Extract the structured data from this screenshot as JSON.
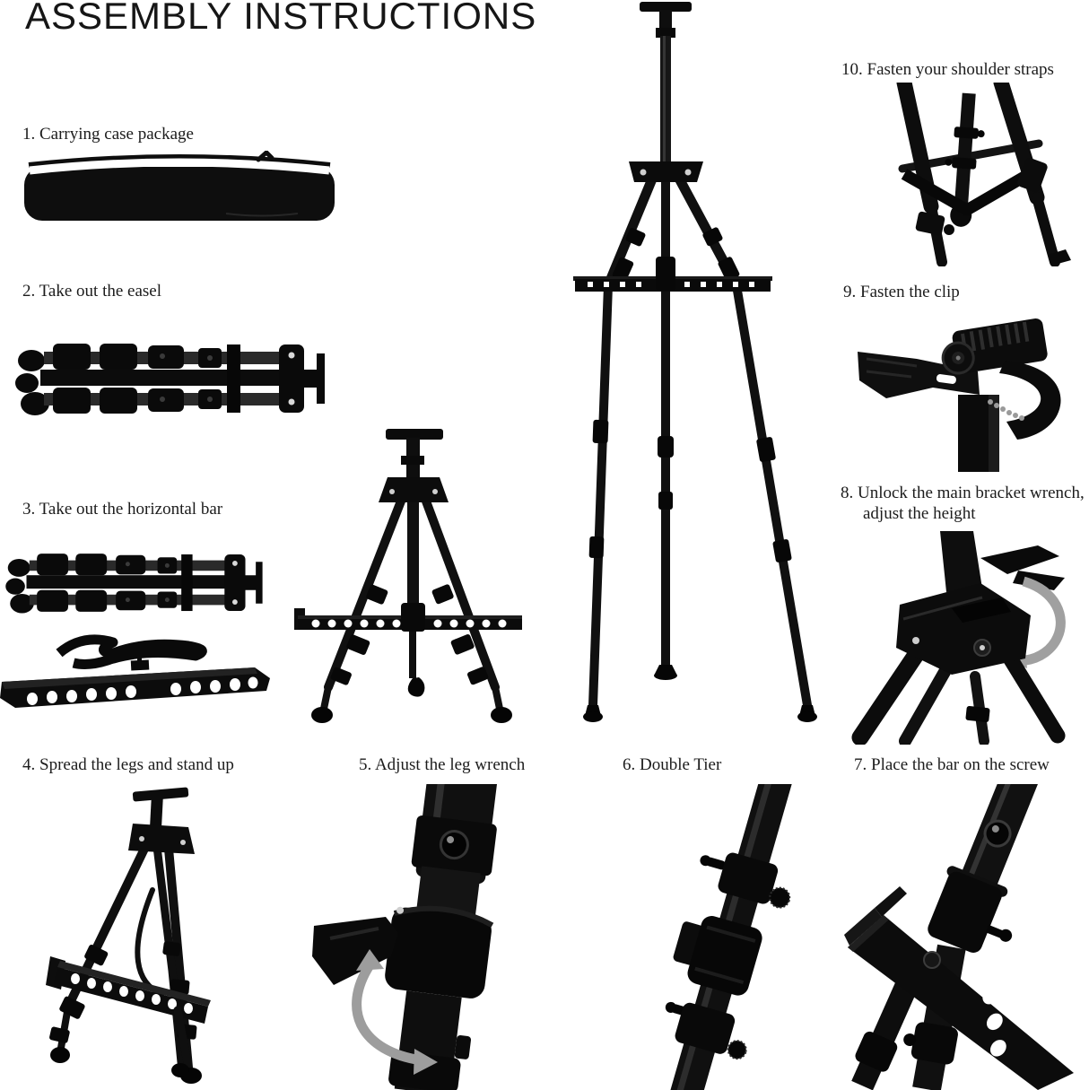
{
  "title": "ASSEMBLY INSTRUCTIONS",
  "steps": [
    {
      "label": "1. Carrying case package"
    },
    {
      "label": "2. Take out the easel"
    },
    {
      "label": "3. Take out the horizontal bar"
    },
    {
      "label": "4. Spread the legs and stand up"
    },
    {
      "label": "5. Adjust the leg wrench"
    },
    {
      "label": "6. Double Tier"
    },
    {
      "label": "7. Place the bar on the screw"
    },
    {
      "label_line1": "8. Unlock the main bracket wrench,",
      "label_line2": "adjust the height"
    },
    {
      "label": "9. Fasten the clip"
    },
    {
      "label": "10. Fasten your shoulder straps"
    }
  ],
  "illustrations": {
    "carrying_case": "black carrying case bag with white shoulder strap",
    "folded_easel": "folded aluminum easel bundle",
    "folded_easel_with_bar": "folded easel, strap and horizontal bar with holes",
    "standing_easel": "easel standing with legs spread",
    "leg_wrench_closeup": "leg wrench clamp with rotation arrow",
    "double_tier_closeup": "telescopic pole with two tier collars",
    "bar_on_screw_closeup": "horizontal bar placed on leg screw",
    "bracket_wrench_closeup": "main bracket wrench with rotation arrow",
    "clip_closeup": "canvas clip mechanism",
    "shoulder_straps_closeup": "tripod base with shoulder strap",
    "full_easel": "fully assembled field easel"
  },
  "colors": {
    "ink": "#1c1c1c",
    "black_metal": "#0d0d0d",
    "arrow_gray": "#9d9d9d",
    "background": "#ffffff"
  }
}
